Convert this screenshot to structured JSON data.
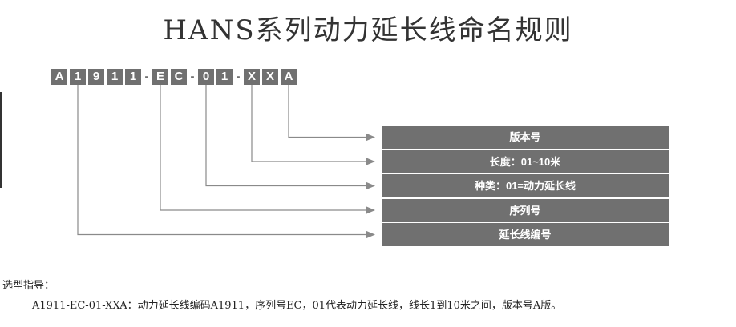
{
  "title": "HANS系列动力延长线命名规则",
  "code_parts": [
    {
      "text": "A",
      "type": "box"
    },
    {
      "text": "1",
      "type": "box"
    },
    {
      "text": "9",
      "type": "box"
    },
    {
      "text": "1",
      "type": "box"
    },
    {
      "text": "1",
      "type": "box"
    },
    {
      "text": "-",
      "type": "dash"
    },
    {
      "text": "E",
      "type": "box"
    },
    {
      "text": "C",
      "type": "box"
    },
    {
      "text": "-",
      "type": "dash"
    },
    {
      "text": "0",
      "type": "box"
    },
    {
      "text": "1",
      "type": "box"
    },
    {
      "text": "-",
      "type": "dash"
    },
    {
      "text": "X",
      "type": "box"
    },
    {
      "text": "X",
      "type": "box"
    },
    {
      "text": "A",
      "type": "box"
    }
  ],
  "fields": [
    {
      "label": "版本号",
      "source_index": 14
    },
    {
      "label": "长度：01~10米",
      "source_index": 12
    },
    {
      "label": "种类：01=动力延长线",
      "source_index": 9
    },
    {
      "label": "序列号",
      "source_index": 6
    },
    {
      "label": "延长线编号",
      "source_index": 1
    }
  ],
  "guide": {
    "label": "选型指导：",
    "text": "A1911-EC-01-XXA：动力延长线编码A1911，序列号EC，01代表动力延长线，线长1到10米之间，版本号A版。"
  },
  "colors": {
    "box": "#707070",
    "line": "#8a8a8a",
    "text_on_box": "#ffffff"
  }
}
